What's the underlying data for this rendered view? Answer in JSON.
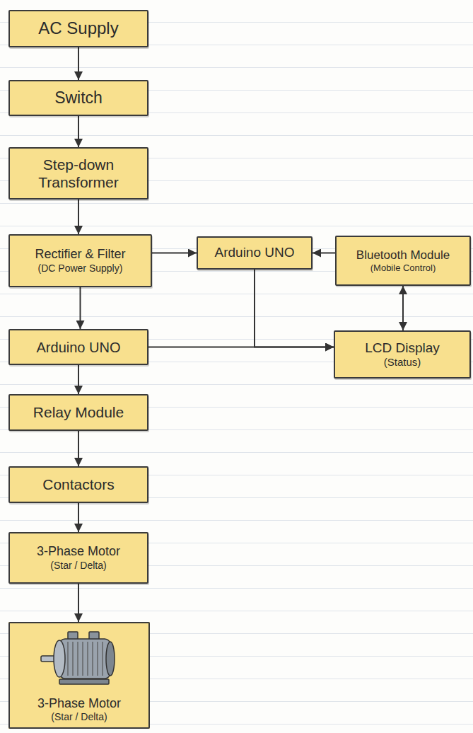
{
  "diagram": {
    "nodes": [
      {
        "text": [
          "AC Supply"
        ]
      },
      {
        "text": [
          "Switch"
        ]
      },
      {
        "text": [
          "Step-down Transformer"
        ]
      },
      {
        "text": [
          "Rectifier & Filter",
          "(DC Power Supply)"
        ]
      },
      {
        "text": [
          "Arduino UNO"
        ]
      },
      {
        "text": [
          "Bluetooth Module",
          "(Mobile Control)"
        ]
      },
      {
        "text": [
          "Arduino UNO"
        ]
      },
      {
        "text": [
          "LCD Display",
          "(Status)"
        ]
      },
      {
        "text": [
          "Relay Module"
        ]
      },
      {
        "text": [
          "Contactors"
        ]
      },
      {
        "text": [
          "3-Phase Motor",
          "(Star / Delta)"
        ]
      },
      {
        "text": [
          "3-Phase Motor",
          "(Star / Delta)"
        ]
      }
    ],
    "edges": [
      {
        "from": 0,
        "to": 1,
        "arrow": "to"
      },
      {
        "from": 1,
        "to": 2,
        "arrow": "to"
      },
      {
        "from": 2,
        "to": 3,
        "arrow": "to"
      },
      {
        "from": 3,
        "to": 4,
        "arrow": "to"
      },
      {
        "from": 5,
        "to": 4,
        "arrow": "to"
      },
      {
        "from": 3,
        "to": 6,
        "arrow": "to"
      },
      {
        "from": 5,
        "to": 7,
        "arrow": "both"
      },
      {
        "from": 6,
        "to": 7,
        "arrow": "to"
      },
      {
        "from": 4,
        "to": 7,
        "arrow": "to"
      },
      {
        "from": 6,
        "to": 8,
        "arrow": "to"
      },
      {
        "from": 8,
        "to": 9,
        "arrow": "to"
      },
      {
        "from": 9,
        "to": 10,
        "arrow": "to"
      },
      {
        "from": 10,
        "to": 11,
        "arrow": "to"
      }
    ]
  }
}
